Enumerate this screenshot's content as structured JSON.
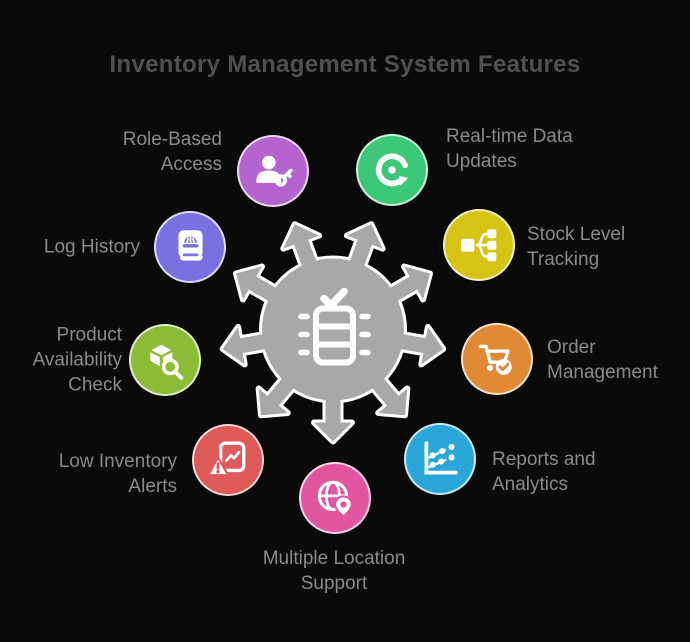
{
  "title": "Inventory Management System Features",
  "colors": {
    "background": "#0a0a0a",
    "title": "#505050",
    "label": "#8a8a8a",
    "hub": "#a8a8a8",
    "outline": "#ffffff"
  },
  "hub": {
    "icon": "inventory-shelf-check-icon",
    "arrow_count": 9
  },
  "features": [
    {
      "id": "role-based-access",
      "label": "Role-Based\nAccess",
      "color": "#b564cf",
      "icon": "user-key-icon"
    },
    {
      "id": "real-time-data-updates",
      "label": "Real-time Data\nUpdates",
      "color": "#3cc878",
      "icon": "refresh-icon"
    },
    {
      "id": "stock-level-tracking",
      "label": "Stock Level\nTracking",
      "color": "#d6c414",
      "icon": "consolidate-icon"
    },
    {
      "id": "order-management",
      "label": "Order\nManagement",
      "color": "#e08a35",
      "icon": "cart-check-icon"
    },
    {
      "id": "reports-and-analytics",
      "label": "Reports and\nAnalytics",
      "color": "#2aa6d8",
      "icon": "scatter-chart-icon"
    },
    {
      "id": "multiple-location-support",
      "label": "Multiple Location\nSupport",
      "color": "#e1569e",
      "icon": "globe-pin-icon"
    },
    {
      "id": "low-inventory-alerts",
      "label": "Low Inventory\nAlerts",
      "color": "#e15a5a",
      "icon": "alert-document-icon"
    },
    {
      "id": "product-availability-check",
      "label": "Product\nAvailability\nCheck",
      "color": "#8cbb35",
      "icon": "box-search-icon"
    },
    {
      "id": "log-history",
      "label": "Log History",
      "color": "#7a70e2",
      "icon": "log-book-icon"
    }
  ]
}
